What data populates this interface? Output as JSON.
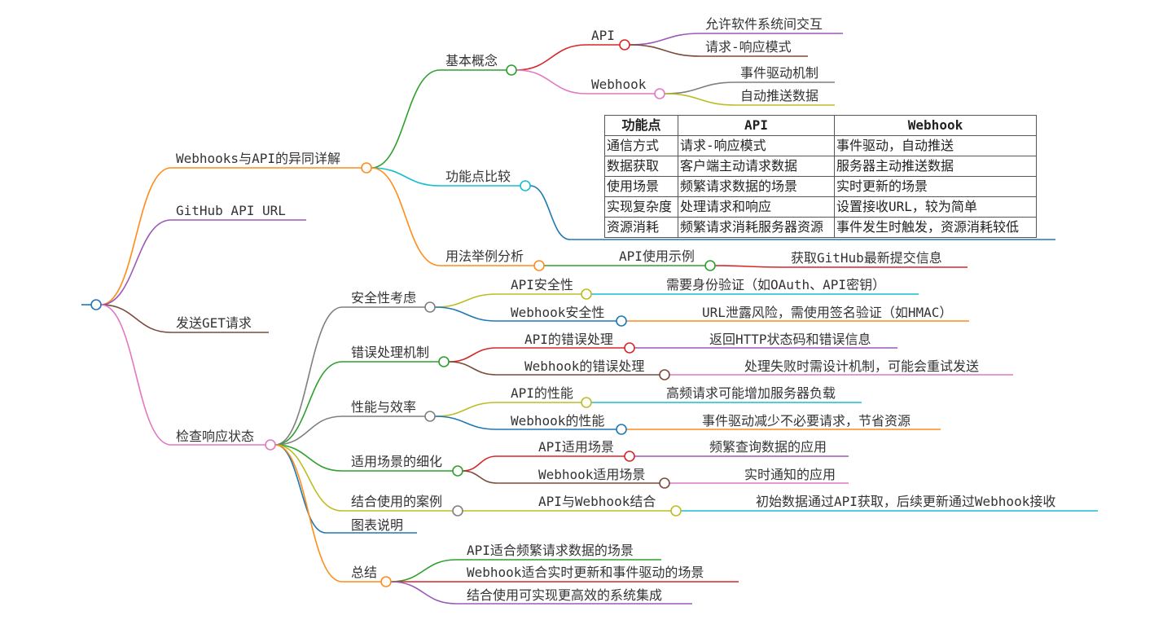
{
  "colors": {
    "orange": "#ff8c1a",
    "purple": "#9b59b6",
    "brown": "#7b4a3a",
    "pink": "#e377c2",
    "green": "#2ca02c",
    "cyan": "#17becf",
    "red": "#d62728",
    "olive": "#bcbd22",
    "grey": "#7f7f7f",
    "blue": "#1f77b4"
  },
  "mindmap": {
    "branches": {
      "b1": "Webhooks与API的异同详解",
      "b2": "GitHub API URL",
      "b3": "发送GET请求",
      "b4": "检查响应状态"
    },
    "b1": {
      "concept": "基本概念",
      "api": "API",
      "api_c1": "允许软件系统间交互",
      "api_c2": "请求-响应模式",
      "webhook": "Webhook",
      "wh_c1": "事件驱动机制",
      "wh_c2": "自动推送数据",
      "feature": "功能点比较",
      "usage": "用法举例分析",
      "usage_c1": "API使用示例",
      "usage_c2": "获取GitHub最新提交信息"
    },
    "b4": {
      "security": "安全性考虑",
      "sec_api": "API安全性",
      "sec_api_d": "需要身份验证（如OAuth、API密钥）",
      "sec_wh": "Webhook安全性",
      "sec_wh_d": "URL泄露风险，需使用签名验证（如HMAC）",
      "error": "错误处理机制",
      "err_api": "API的错误处理",
      "err_api_d": "返回HTTP状态码和错误信息",
      "err_wh": "Webhook的错误处理",
      "err_wh_d": "处理失败时需设计机制，可能会重试发送",
      "perf": "性能与效率",
      "perf_api": "API的性能",
      "perf_api_d": "高频请求可能增加服务器负载",
      "perf_wh": "Webhook的性能",
      "perf_wh_d": "事件驱动减少不必要请求，节省资源",
      "scene": "适用场景的细化",
      "sc_api": "API适用场景",
      "sc_api_d": "频繁查询数据的应用",
      "sc_wh": "Webhook适用场景",
      "sc_wh_d": "实时通知的应用",
      "combo": "结合使用的案例",
      "combo_c": "API与Webhook结合",
      "combo_d": "初始数据通过API获取，后续更新通过Webhook接收",
      "chart": "图表说明",
      "summary": "总结",
      "sum_1": "API适合频繁请求数据的场景",
      "sum_2": "Webhook适合实时更新和事件驱动的场景",
      "sum_3": "结合使用可实现更高效的系统集成"
    }
  },
  "table": {
    "headers": [
      "功能点",
      "API",
      "Webhook"
    ],
    "rows": [
      [
        "通信方式",
        "请求-响应模式",
        "事件驱动，自动推送"
      ],
      [
        "数据获取",
        "客户端主动请求数据",
        "服务器主动推送数据"
      ],
      [
        "使用场景",
        "频繁请求数据的场景",
        "实时更新的场景"
      ],
      [
        "实现复杂度",
        "处理请求和响应",
        "设置接收URL，较为简单"
      ],
      [
        "资源消耗",
        "频繁请求消耗服务器资源",
        "事件发生时触发，资源消耗较低"
      ]
    ]
  }
}
